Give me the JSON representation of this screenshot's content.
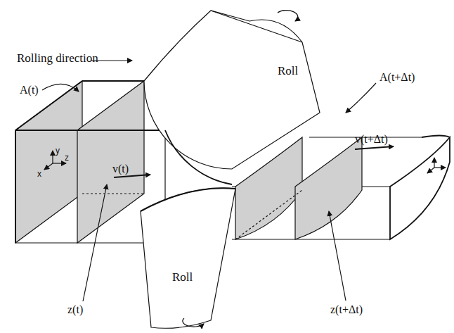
{
  "diagram": {
    "labels": [
      "Rolling direction",
      "A(t)",
      "A(t+Δt)",
      "v(t)",
      "v(t+Δt)",
      "z(t)",
      "z(t+Δt)",
      "Roll",
      "Roll",
      "y",
      "x",
      "z"
    ]
  }
}
